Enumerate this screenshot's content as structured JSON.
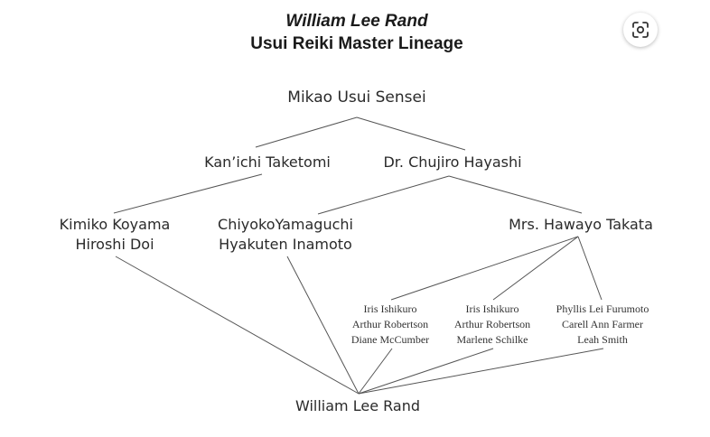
{
  "title": {
    "line1": "William Lee Rand",
    "line2": "Usui Reiki Master Lineage"
  },
  "nodes": {
    "usui": [
      "Mikao Usui Sensei"
    ],
    "taketomi": [
      "Kan’ichi Taketomi"
    ],
    "hayashi": [
      "Dr. Chujiro Hayashi"
    ],
    "koyama": [
      "Kimiko Koyama",
      "Hiroshi Doi"
    ],
    "yamaguchi": [
      "ChiyokoYamaguchi",
      "Hyakuten Inamoto"
    ],
    "takata": [
      "Mrs. Hawayo Takata"
    ],
    "group1": [
      "Iris Ishikuro",
      "Arthur Robertson",
      "Diane McCumber"
    ],
    "group2": [
      "Iris Ishikuro",
      "Arthur Robertson",
      "Marlene Schilke"
    ],
    "group3": [
      "Phyllis Lei Furumoto",
      "Carell Ann Farmer",
      "Leah Smith"
    ],
    "rand": [
      "William Lee Rand"
    ]
  },
  "icon": {
    "lens": "visual-search-icon"
  },
  "colors": {
    "line": "#555555",
    "text": "#2a2a2a"
  }
}
